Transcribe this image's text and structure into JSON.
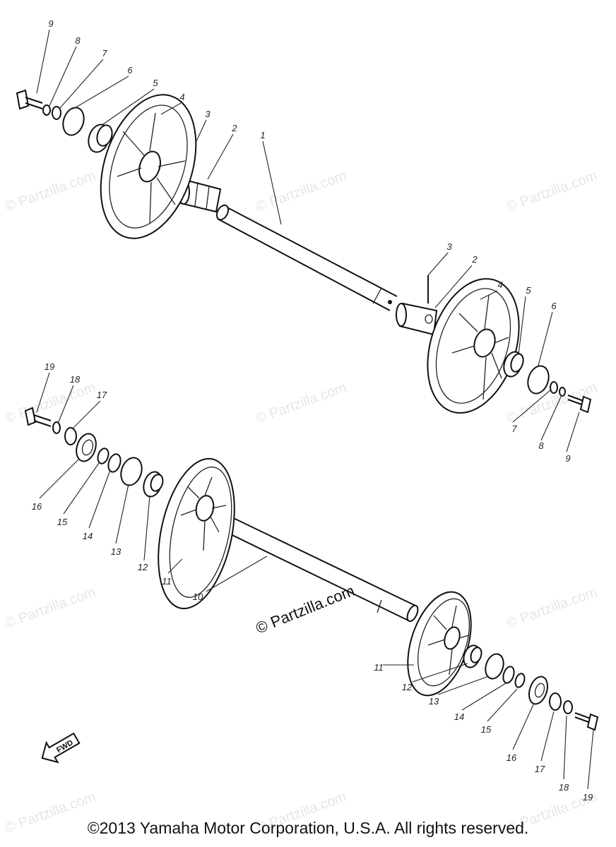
{
  "watermark": {
    "text": "© Partzilla.com"
  },
  "copyright": "©2013 Yamaha Motor Corporation, U.S.A. All rights reserved.",
  "fwd_label": "FWD",
  "callouts": {
    "top": [
      "1",
      "2",
      "3",
      "4",
      "5",
      "6",
      "7",
      "8",
      "9"
    ],
    "bottom": [
      "10",
      "11",
      "12",
      "13",
      "14",
      "15",
      "16",
      "17",
      "18",
      "19"
    ]
  },
  "colors": {
    "ink": "#111111",
    "watermark": "#e6e6e6",
    "background": "#ffffff"
  }
}
